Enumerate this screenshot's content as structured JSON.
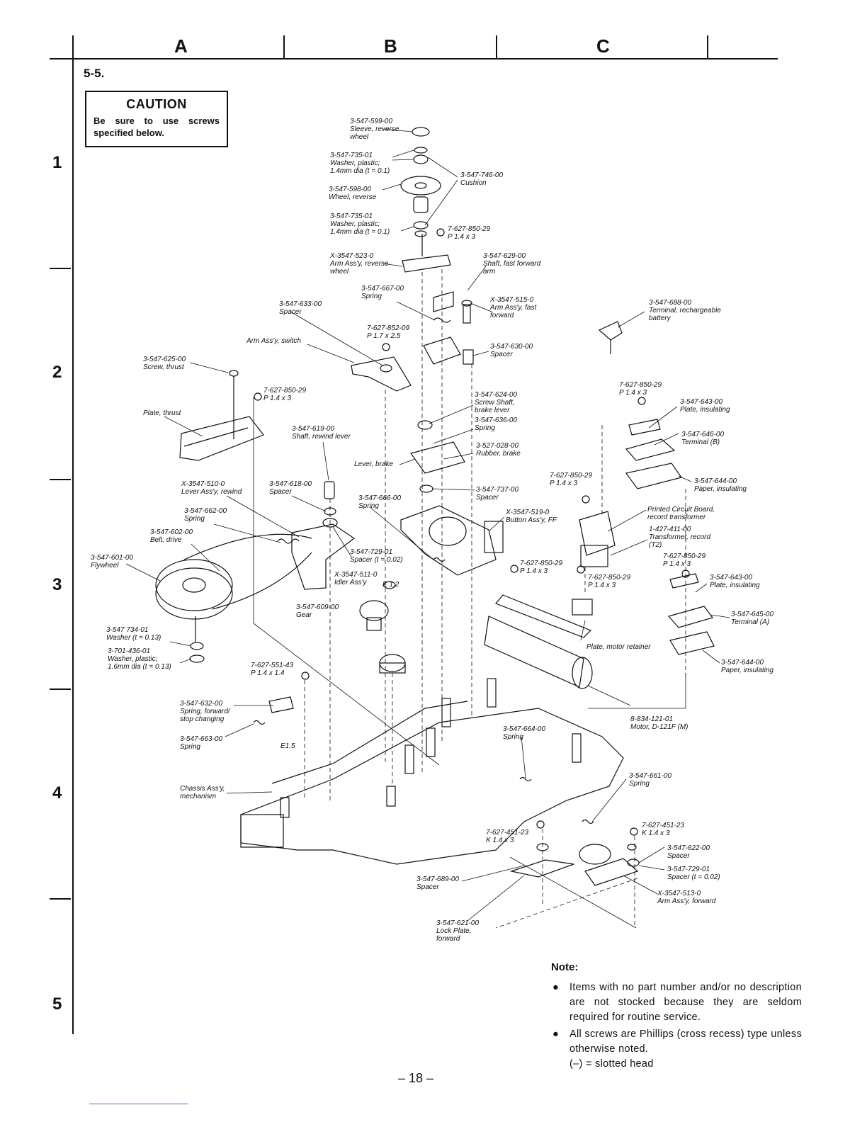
{
  "header": {
    "columns": [
      "A",
      "B",
      "C"
    ]
  },
  "rows": [
    "1",
    "2",
    "3",
    "4",
    "5"
  ],
  "section": "5-5.",
  "caution": {
    "title": "CAUTION",
    "text": "Be sure to use screws specified below."
  },
  "labels": [
    [
      "3-547-599-00",
      "Sleeve, reverse",
      "wheel"
    ],
    [
      "3-547-735-01",
      "Washer, plastic;",
      "1.4mm dia (t = 0.1)"
    ],
    [
      "3-547-746-00",
      "Cushion"
    ],
    [
      "3-547-598-00",
      "Wheel, reverse"
    ],
    [
      "3-547-735-01",
      "Washer, plastic;",
      "1.4mm dia (t = 0.1)"
    ],
    [
      "7-627-850-29",
      "P 1.4 x 3"
    ],
    [
      "X-3547-523-0",
      "Arm Ass'y, reverse",
      "wheel"
    ],
    [
      "3-547-629-00",
      "Shaft, fast forward",
      "arm"
    ],
    [
      "3-547-667-00",
      "Spring"
    ],
    [
      "3-547-633-00",
      "Spacer"
    ],
    [
      "X-3547-515-0",
      "Arm Ass'y, fast",
      "forward"
    ],
    [
      "7-627-852-09",
      "P 1.7 x 2.5"
    ],
    [
      "Arm Ass'y, switch"
    ],
    [
      "3-547-630-00",
      "Spacer"
    ],
    [
      "3-547-688-00",
      "Terminal, rechargeable",
      "battery"
    ],
    [
      "3-547-625-00",
      "Screw, thrust"
    ],
    [
      "7-627-850-29",
      "P 1.4 x 3"
    ],
    [
      "Plate, thrust"
    ],
    [
      "3-547-619-00",
      "Shaft, rewind lever"
    ],
    [
      "3-547-624-00",
      "Screw Shaft,",
      "brake lever"
    ],
    [
      "3-547-636-00",
      "Spring"
    ],
    [
      "3-527-028-00",
      "Rubber, brake"
    ],
    [
      "Lever, brake"
    ],
    [
      "7-627-850-29",
      "P 1.4 x 3"
    ],
    [
      "3-547-643-00",
      "Plate, insulating"
    ],
    [
      "3-547-646-00",
      "Terminal (B)"
    ],
    [
      "7-627-850-29",
      "P 1.4 x 3"
    ],
    [
      "3-547-644-00",
      "Paper, insulating"
    ],
    [
      "X-3547-510-0",
      "Lever Ass'y, rewind"
    ],
    [
      "3-547-618-00",
      "Spacer"
    ],
    [
      "3-547-737-00",
      "Spacer"
    ],
    [
      "3-547-666-00",
      "Spring"
    ],
    [
      "3-547-662-00",
      "Spring"
    ],
    [
      "X-3547-519-0",
      "Button Ass'y, FF"
    ],
    [
      "Printed Circuit Board,",
      "record transformer"
    ],
    [
      "3-547-602-00",
      "Belt, drive"
    ],
    [
      "1-427-411-00",
      "Transformer, record",
      "(T2)"
    ],
    [
      "3-547-601-00",
      "Flywheel"
    ],
    [
      "3-547-729-01",
      "Spacer (t = 0.02)"
    ],
    [
      "7-627-850-29",
      "P 1.4 x 3"
    ],
    [
      "7-627-850-29",
      "P 1.4 x 3"
    ],
    [
      "X-3547-511-0",
      "Idler Ass'y"
    ],
    [
      "E 1.2"
    ],
    [
      "7-627-850-29",
      "P 1.4 x 3"
    ],
    [
      "3-547-643-00",
      "Plate, insulating"
    ],
    [
      "3-547-609-00",
      "Gear"
    ],
    [
      "3-547-645-00",
      "Terminal (A)"
    ],
    [
      "3-547 734-01",
      "Washer (t = 0.13)"
    ],
    [
      "Plate, motor retainer"
    ],
    [
      "3-701-436-01",
      "Washer, plastic;",
      "1.6mm dia (t = 0.13)"
    ],
    [
      "3-547-644-00",
      "Paper, insulating"
    ],
    [
      "7-627-551-43",
      "P 1.4 x 1.4"
    ],
    [
      "3-547-632-00",
      "Spring, forward/",
      "stop changing"
    ],
    [
      "8-834-121-01",
      "Motor, D-121F (M)"
    ],
    [
      "3-547-664-00",
      "Spring"
    ],
    [
      "3-547-663-00",
      "Spring"
    ],
    [
      "E1.5"
    ],
    [
      "3-547-661-00",
      "Spring"
    ],
    [
      "Chassis Ass'y,",
      "mechanism"
    ],
    [
      "7-627-451-23",
      "K 1.4 x 3"
    ],
    [
      "7-627-451-23",
      "K 1.4 x 3"
    ],
    [
      "3-547-622-00",
      "Spacer"
    ],
    [
      "3-547-729-01",
      "Spacer (t = 0.02)"
    ],
    [
      "3-547-689-00",
      "Spacer"
    ],
    [
      "X-3547-513-0",
      "Arm Ass'y, forward"
    ],
    [
      "3-547-621-00",
      "Lock Plate,",
      "forward"
    ]
  ],
  "note": {
    "title": "Note:",
    "items": [
      "Items with no part number and/or no description are not stocked because they are seldom required for routine service.",
      "All screws are Phillips (cross recess) type unless otherwise noted."
    ],
    "extra": "(–) = slotted head"
  },
  "page_number": "– 18 –"
}
